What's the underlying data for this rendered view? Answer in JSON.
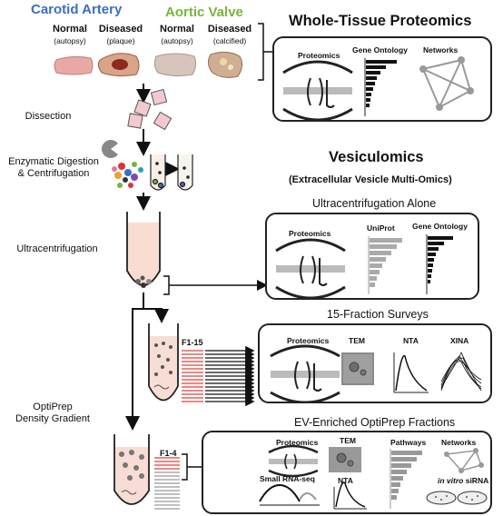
{
  "headers": {
    "carotid": "Carotid Artery",
    "aortic": "Aortic Valve"
  },
  "samples": [
    {
      "name": "Normal",
      "detail": "(autopsy)"
    },
    {
      "name": "Diseased",
      "detail": "(plaque)"
    },
    {
      "name": "Normal",
      "detail": "(autopsy)"
    },
    {
      "name": "Diseased",
      "detail": "(calcified)"
    }
  ],
  "steps": {
    "dissection": "Dissection",
    "digestion_line1": "Enzymatic Digestion",
    "digestion_line2": "& Centrifugation",
    "ultracentrifugation": "Ultracentrifugation",
    "optiprep_line1": "OptiPrep",
    "optiprep_line2": "Density Gradient"
  },
  "whole_tissue": {
    "title": "Whole-Tissue Proteomics",
    "labels": [
      "Proteomics",
      "Gene Ontology",
      "Networks"
    ]
  },
  "vesiculomics": {
    "title": "Vesiculomics",
    "subtitle": "(Extracellular Vesicle Multi-Omics)"
  },
  "ultracentrifugation_alone": {
    "title": "Ultracentrifugation Alone",
    "labels": [
      "Proteomics",
      "UniProt",
      "Gene Ontology"
    ]
  },
  "fraction_surveys": {
    "title": "15-Fraction Surveys",
    "labels": [
      "Proteomics",
      "TEM",
      "NTA",
      "XINA"
    ],
    "fraction_label": "F1-15"
  },
  "ev_enriched": {
    "title": "EV-Enriched OptiPrep Fractions",
    "labels": [
      "Proteomics",
      "TEM",
      "Pathways",
      "Networks",
      "Small RNA-seq",
      "NTA"
    ],
    "sirna_italic": "in vitro",
    "sirna": "siRNA",
    "fraction_label": "F1-4"
  },
  "colors": {
    "carotid_blue": "#3a6fc1",
    "aortic_green": "#79b43b",
    "fraction_red": "#e0403a",
    "pink_square": "#f2c9cf"
  }
}
